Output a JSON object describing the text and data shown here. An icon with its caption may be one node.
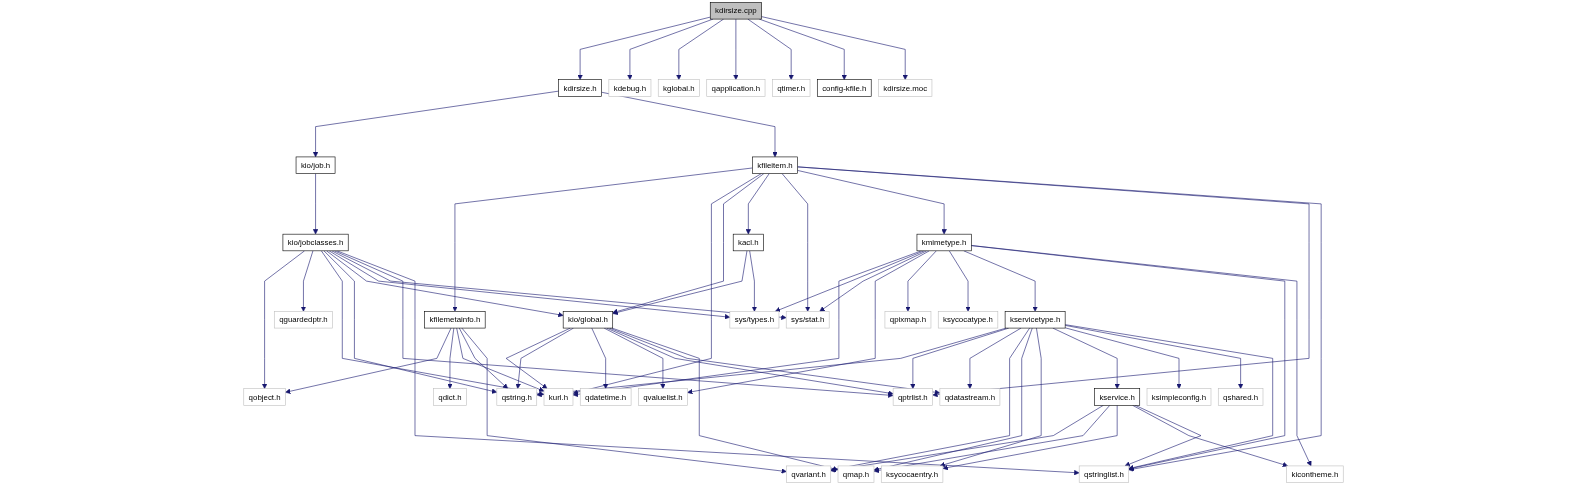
{
  "diagram": {
    "nodes": [
      {
        "text": [
          "kdirsize.cpp"
        ]
      },
      {
        "text": [
          "kdirsize.h"
        ]
      },
      {
        "text": [
          "kdebug.h"
        ]
      },
      {
        "text": [
          "kglobal.h"
        ]
      },
      {
        "text": [
          "qapplication.h"
        ]
      },
      {
        "text": [
          "qtimer.h"
        ]
      },
      {
        "text": [
          "config-kfile.h"
        ]
      },
      {
        "text": [
          "kdirsize.moc"
        ]
      },
      {
        "text": [
          "kio/job.h"
        ]
      },
      {
        "text": [
          "kfileitem.h"
        ]
      },
      {
        "text": [
          "kio/jobclasses.h"
        ]
      },
      {
        "text": [
          "kacl.h"
        ]
      },
      {
        "text": [
          "kmimetype.h"
        ]
      },
      {
        "text": [
          "kfilemetainfo.h"
        ]
      },
      {
        "text": [
          "qguardedptr.h"
        ]
      },
      {
        "text": [
          "kio/global.h"
        ]
      },
      {
        "text": [
          "sys/types.h"
        ]
      },
      {
        "text": [
          "sys/stat.h"
        ]
      },
      {
        "text": [
          "qpixmap.h"
        ]
      },
      {
        "text": [
          "ksycocatype.h"
        ]
      },
      {
        "text": [
          "kservicetype.h"
        ]
      },
      {
        "text": [
          "qobject.h"
        ]
      },
      {
        "text": [
          "qdict.h"
        ]
      },
      {
        "text": [
          "kurl.h"
        ]
      },
      {
        "text": [
          "qstring.h"
        ]
      },
      {
        "text": [
          "qdatetime.h"
        ]
      },
      {
        "text": [
          "qvaluelist.h"
        ]
      },
      {
        "text": [
          "qptrlist.h"
        ]
      },
      {
        "text": [
          "qdatastream.h"
        ]
      },
      {
        "text": [
          "kservice.h"
        ]
      },
      {
        "text": [
          "ksimpleconfig.h"
        ]
      },
      {
        "text": [
          "qshared.h"
        ]
      },
      {
        "text": [
          "qvariant.h"
        ]
      },
      {
        "text": [
          "qmap.h"
        ]
      },
      {
        "text": [
          "ksycocaentry.h"
        ]
      },
      {
        "text": [
          "kicontheme.h"
        ]
      },
      {
        "text": [
          "qstringlist.h"
        ]
      }
    ],
    "edges": [
      {
        "from": 0,
        "to": 1,
        "arrow": "to"
      },
      {
        "from": 0,
        "to": 2,
        "arrow": "to"
      },
      {
        "from": 0,
        "to": 3,
        "arrow": "to"
      },
      {
        "from": 0,
        "to": 4,
        "arrow": "to"
      },
      {
        "from": 0,
        "to": 5,
        "arrow": "to"
      },
      {
        "from": 0,
        "to": 6,
        "arrow": "to"
      },
      {
        "from": 0,
        "to": 7,
        "arrow": "to"
      },
      {
        "from": 1,
        "to": 8,
        "arrow": "to"
      },
      {
        "from": 1,
        "to": 9,
        "arrow": "to"
      },
      {
        "from": 8,
        "to": 10,
        "arrow": "to"
      },
      {
        "from": 9,
        "to": 13,
        "arrow": "to"
      },
      {
        "from": 9,
        "to": 23,
        "arrow": "to"
      },
      {
        "from": 9,
        "to": 15,
        "arrow": "to"
      },
      {
        "from": 9,
        "to": 11,
        "arrow": "to"
      },
      {
        "from": 9,
        "to": 17,
        "arrow": "to"
      },
      {
        "from": 9,
        "to": 12,
        "arrow": "to"
      },
      {
        "from": 9,
        "to": 27,
        "arrow": "to"
      },
      {
        "from": 9,
        "to": 36,
        "arrow": "to"
      },
      {
        "from": 10,
        "to": 21,
        "arrow": "to"
      },
      {
        "from": 10,
        "to": 14,
        "arrow": "to"
      },
      {
        "from": 10,
        "to": 23,
        "arrow": "to"
      },
      {
        "from": 10,
        "to": 24,
        "arrow": "to"
      },
      {
        "from": 10,
        "to": 15,
        "arrow": "to"
      },
      {
        "from": 10,
        "to": 16,
        "arrow": "to"
      },
      {
        "from": 10,
        "to": 17,
        "arrow": "to"
      },
      {
        "from": 10,
        "to": 27,
        "arrow": "to"
      },
      {
        "from": 10,
        "to": 36,
        "arrow": "to"
      },
      {
        "from": 11,
        "to": 15,
        "arrow": "to"
      },
      {
        "from": 11,
        "to": 16,
        "arrow": "to"
      },
      {
        "from": 12,
        "to": 23,
        "arrow": "to"
      },
      {
        "from": 12,
        "to": 16,
        "arrow": "to"
      },
      {
        "from": 12,
        "to": 17,
        "arrow": "to"
      },
      {
        "from": 12,
        "to": 26,
        "arrow": "to"
      },
      {
        "from": 12,
        "to": 18,
        "arrow": "to"
      },
      {
        "from": 12,
        "to": 19,
        "arrow": "to"
      },
      {
        "from": 12,
        "to": 20,
        "arrow": "to"
      },
      {
        "from": 12,
        "to": 36,
        "arrow": "to"
      },
      {
        "from": 12,
        "to": 35,
        "arrow": "to"
      },
      {
        "from": 13,
        "to": 21,
        "arrow": "to"
      },
      {
        "from": 13,
        "to": 22,
        "arrow": "to"
      },
      {
        "from": 13,
        "to": 23,
        "arrow": "to"
      },
      {
        "from": 13,
        "to": 24,
        "arrow": "to"
      },
      {
        "from": 13,
        "to": 32,
        "arrow": "to"
      },
      {
        "from": 15,
        "to": 23,
        "arrow": "to"
      },
      {
        "from": 15,
        "to": 24,
        "arrow": "to"
      },
      {
        "from": 15,
        "to": 25,
        "arrow": "to"
      },
      {
        "from": 15,
        "to": 26,
        "arrow": "to"
      },
      {
        "from": 15,
        "to": 27,
        "arrow": "to"
      },
      {
        "from": 15,
        "to": 28,
        "arrow": "to"
      },
      {
        "from": 15,
        "to": 33,
        "arrow": "to"
      },
      {
        "from": 20,
        "to": 24,
        "arrow": "to"
      },
      {
        "from": 20,
        "to": 27,
        "arrow": "to"
      },
      {
        "from": 20,
        "to": 28,
        "arrow": "to"
      },
      {
        "from": 20,
        "to": 32,
        "arrow": "to"
      },
      {
        "from": 20,
        "to": 33,
        "arrow": "to"
      },
      {
        "from": 20,
        "to": 34,
        "arrow": "to"
      },
      {
        "from": 20,
        "to": 29,
        "arrow": "to"
      },
      {
        "from": 20,
        "to": 30,
        "arrow": "to"
      },
      {
        "from": 20,
        "to": 31,
        "arrow": "to"
      },
      {
        "from": 20,
        "to": 36,
        "arrow": "to"
      },
      {
        "from": 29,
        "to": 32,
        "arrow": "to"
      },
      {
        "from": 29,
        "to": 33,
        "arrow": "to"
      },
      {
        "from": 29,
        "to": 34,
        "arrow": "to"
      },
      {
        "from": 29,
        "to": 35,
        "arrow": "to"
      },
      {
        "from": 29,
        "to": 36,
        "arrow": "to"
      }
    ]
  }
}
